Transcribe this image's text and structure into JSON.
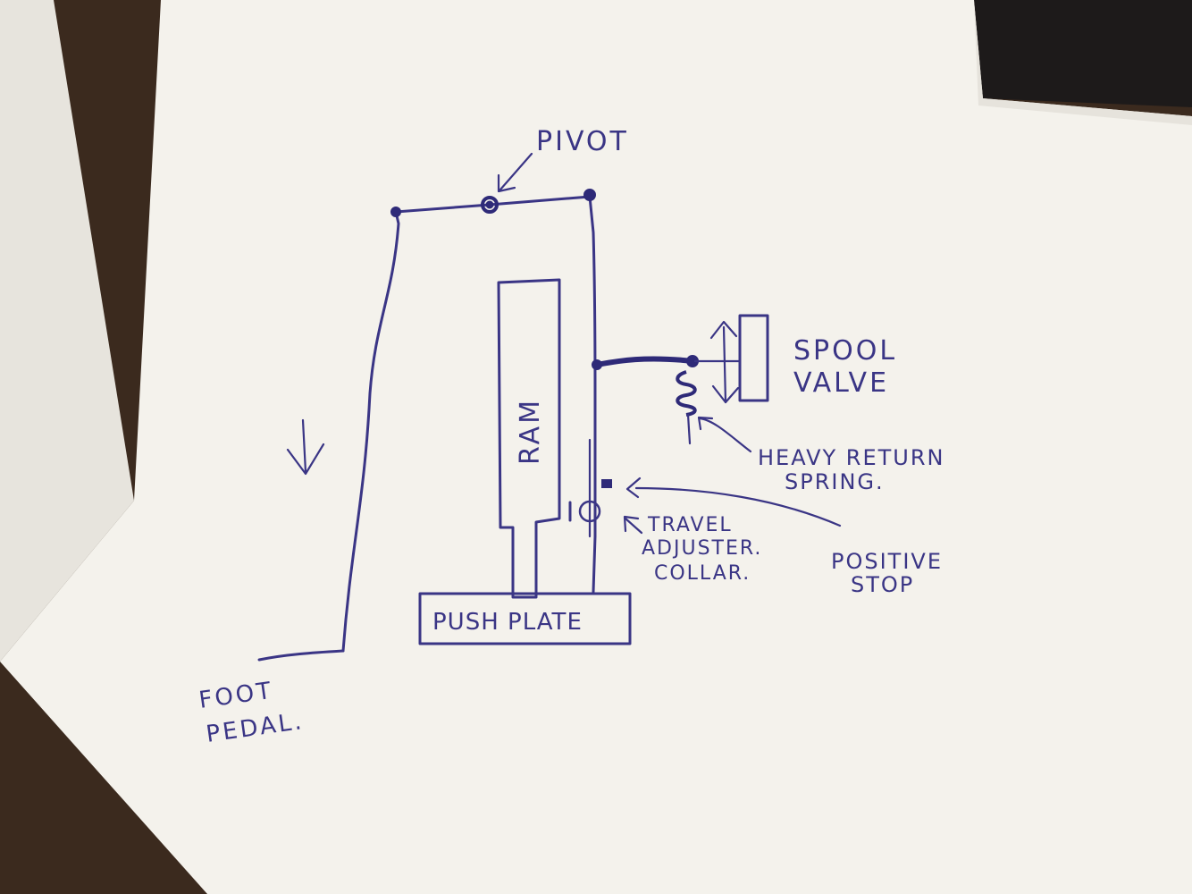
{
  "labels": {
    "pivot": "PIVOT",
    "ram": "RAM",
    "spool_line1": "SPOOL",
    "spool_line2": "VALVE",
    "spring_line1": "HEAVY RETURN",
    "spring_line2": "SPRING.",
    "travel_line1": "TRAVEL",
    "travel_line2": "ADJUSTER.",
    "travel_line3": "COLLAR.",
    "stop_line1": "POSITIVE",
    "stop_line2": "STOP",
    "push_plate": "PUSH PLATE",
    "foot_line1": "FOOT",
    "foot_line2": "PEDAL."
  },
  "colors": {
    "ink": "#3a3585",
    "paper": "#f4f2ec",
    "background": "#3d2b1f"
  }
}
